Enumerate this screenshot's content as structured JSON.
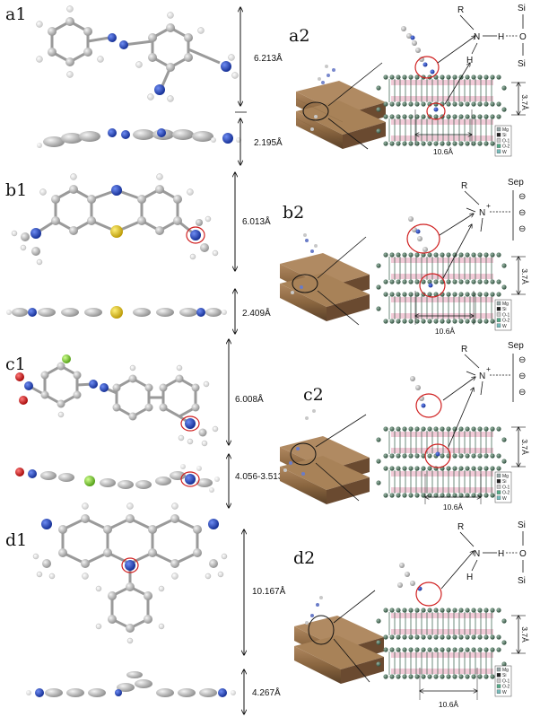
{
  "panels": [
    {
      "id": "a",
      "label1": "a1",
      "label2": "a2",
      "height_dim": "6.213Å",
      "thick_dim": "2.195Å",
      "interlayer": "3.7Å",
      "width_dim": "10.6Å",
      "bond": {
        "top": "R",
        "left": "N",
        "mid": "H",
        "right": "O",
        "up": "Si",
        "down": "Si",
        "below": "H"
      }
    },
    {
      "id": "b",
      "label1": "b1",
      "label2": "b2",
      "height_dim": "6.013Å",
      "thick_dim": "2.409Å",
      "interlayer": "3.7Å",
      "width_dim": "10.6Å",
      "bond": {
        "top": "R",
        "center": "N",
        "charge": "+",
        "sep": "Sep",
        "minus": "⊖"
      }
    },
    {
      "id": "c",
      "label1": "c1",
      "label2": "c2",
      "height_dim": "6.008Å",
      "thick_dim": "4.056-3.513Å",
      "interlayer": "3.7Å",
      "width_dim": "10.6Å",
      "bond": {
        "top": "R",
        "center": "N",
        "charge": "+",
        "sep": "Sep",
        "minus": "⊖"
      }
    },
    {
      "id": "d",
      "label1": "d1",
      "label2": "d2",
      "height_dim": "10.167Å",
      "thick_dim": "4.267Å",
      "interlayer": "3.7Å",
      "width_dim": "10.6Å",
      "bond": {
        "top": "R",
        "left": "N",
        "mid": "H",
        "right": "O",
        "up": "Si",
        "down": "Si",
        "below": "H"
      }
    }
  ],
  "legend_items": [
    "Mg",
    "Si",
    "O-1",
    "O-2",
    "W"
  ],
  "colors": {
    "carbon": "#b9b9b9",
    "hydrogen": "#ffffff",
    "nitrogen": "#1f3fbf",
    "sulfur": "#d8b820",
    "oxygen": "#d42020",
    "chlorine": "#7fd030",
    "circle": "#d02020",
    "block": "#8a6a48",
    "framework": "#2e5a44",
    "pink": "#e8a0b8"
  }
}
